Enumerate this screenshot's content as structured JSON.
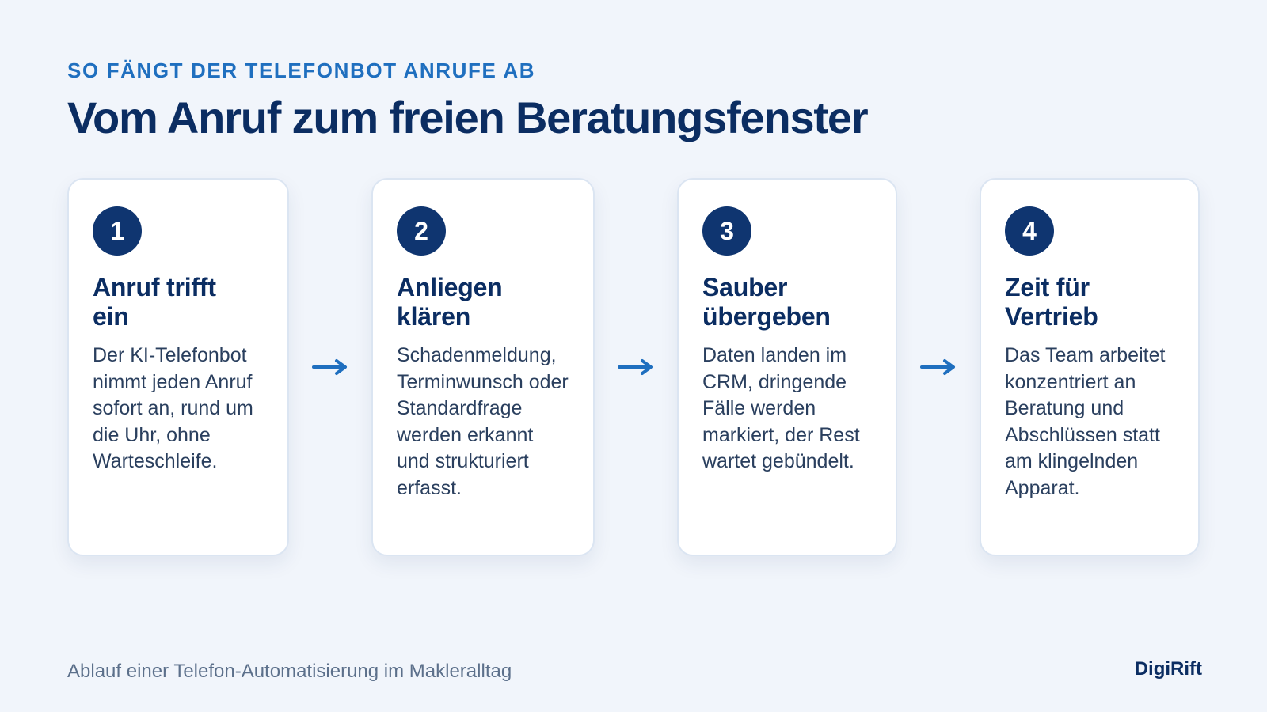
{
  "header": {
    "eyebrow": "SO FÄNGT DER TELEFONBOT ANRUFE AB",
    "title": "Vom Anruf zum freien Beratungsfenster"
  },
  "steps": [
    {
      "number": "1",
      "title_line1": "Anruf trifft",
      "title_line2": "ein",
      "body": "Der KI-Telefonbot nimmt jeden Anruf sofort an, rund um die Uhr, ohne Warteschleife."
    },
    {
      "number": "2",
      "title_line1": "Anliegen",
      "title_line2": "klären",
      "body": "Schadenmeldung, Terminwunsch oder Standardfrage werden erkannt und strukturiert erfasst."
    },
    {
      "number": "3",
      "title_line1": "Sauber",
      "title_line2": "übergeben",
      "body": "Daten landen im CRM, dringende Fälle werden markiert, der Rest wartet gebündelt."
    },
    {
      "number": "4",
      "title_line1": "Zeit für",
      "title_line2": "Vertrieb",
      "body": "Das Team arbeitet konzentriert an Beratung und Abschlüssen statt am klingelnden Apparat."
    }
  ],
  "footer": {
    "caption": "Ablauf einer Telefon-Automatisierung im Makleralltag",
    "brand": "DigiRift"
  },
  "colors": {
    "background": "#f1f5fb",
    "accent": "#1f6fbf",
    "navy": "#0b2d62",
    "badge": "#0f3570"
  }
}
